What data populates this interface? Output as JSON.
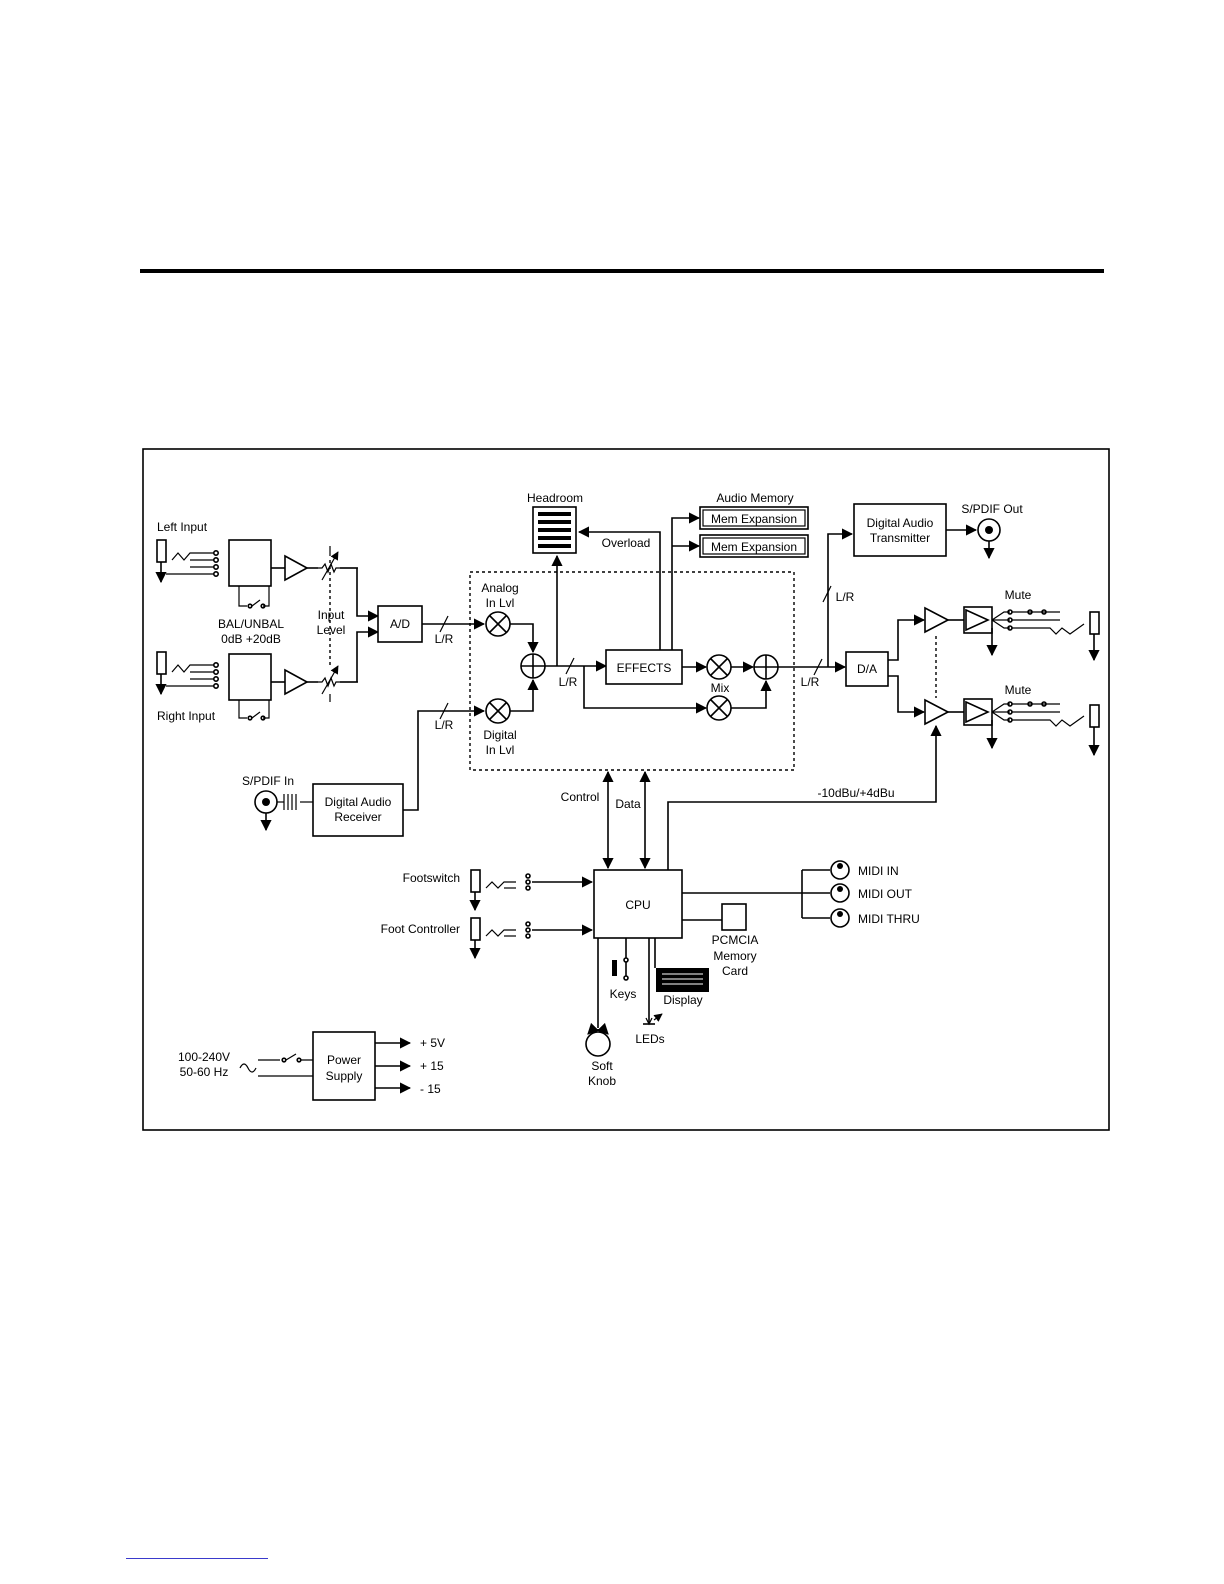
{
  "diagram": {
    "blocks": {
      "ad": "A/D",
      "effects": "EFFECTS",
      "da": "D/A",
      "cpu": "CPU",
      "digital_audio_receiver": [
        "Digital Audio",
        "Receiver"
      ],
      "digital_audio_transmitter": [
        "Digital Audio",
        "Transmitter"
      ],
      "mem_expansion_1": "Mem Expansion",
      "mem_expansion_2": "Mem Expansion",
      "power_supply": [
        "Power",
        "Supply"
      ]
    },
    "labels": {
      "headroom": "Headroom",
      "audio_memory": "Audio Memory",
      "overload": "Overload",
      "left_input": "Left Input",
      "right_input": "Right Input",
      "bal_unbal": "BAL/UNBAL",
      "gain_options": "0dB  +20dB",
      "input_level": [
        "Input",
        "Level"
      ],
      "analog_in_lvl": [
        "Analog",
        "In Lvl"
      ],
      "digital_in_lvl": [
        "Digital",
        "In Lvl"
      ],
      "mix": "Mix",
      "lr": "L/R",
      "spdif_out": "S/PDIF Out",
      "spdif_in": "S/PDIF In",
      "mute": "Mute",
      "output_level": "-10dBu/+4dBu",
      "control": "Control",
      "data": "Data",
      "footswitch": "Footswitch",
      "foot_controller": "Foot Controller",
      "midi_in": "MIDI IN",
      "midi_out": "MIDI OUT",
      "midi_thru": "MIDI THRU",
      "pcmcia": [
        "PCMCIA",
        "Memory",
        "Card"
      ],
      "keys": "Keys",
      "display": "Display",
      "leds": "LEDs",
      "soft_knob": [
        "Soft",
        "Knob"
      ],
      "mains": [
        "100-240V",
        "50-60 Hz"
      ],
      "rail_5v": "+ 5V",
      "rail_p15": "+ 15",
      "rail_m15": "- 15"
    }
  }
}
